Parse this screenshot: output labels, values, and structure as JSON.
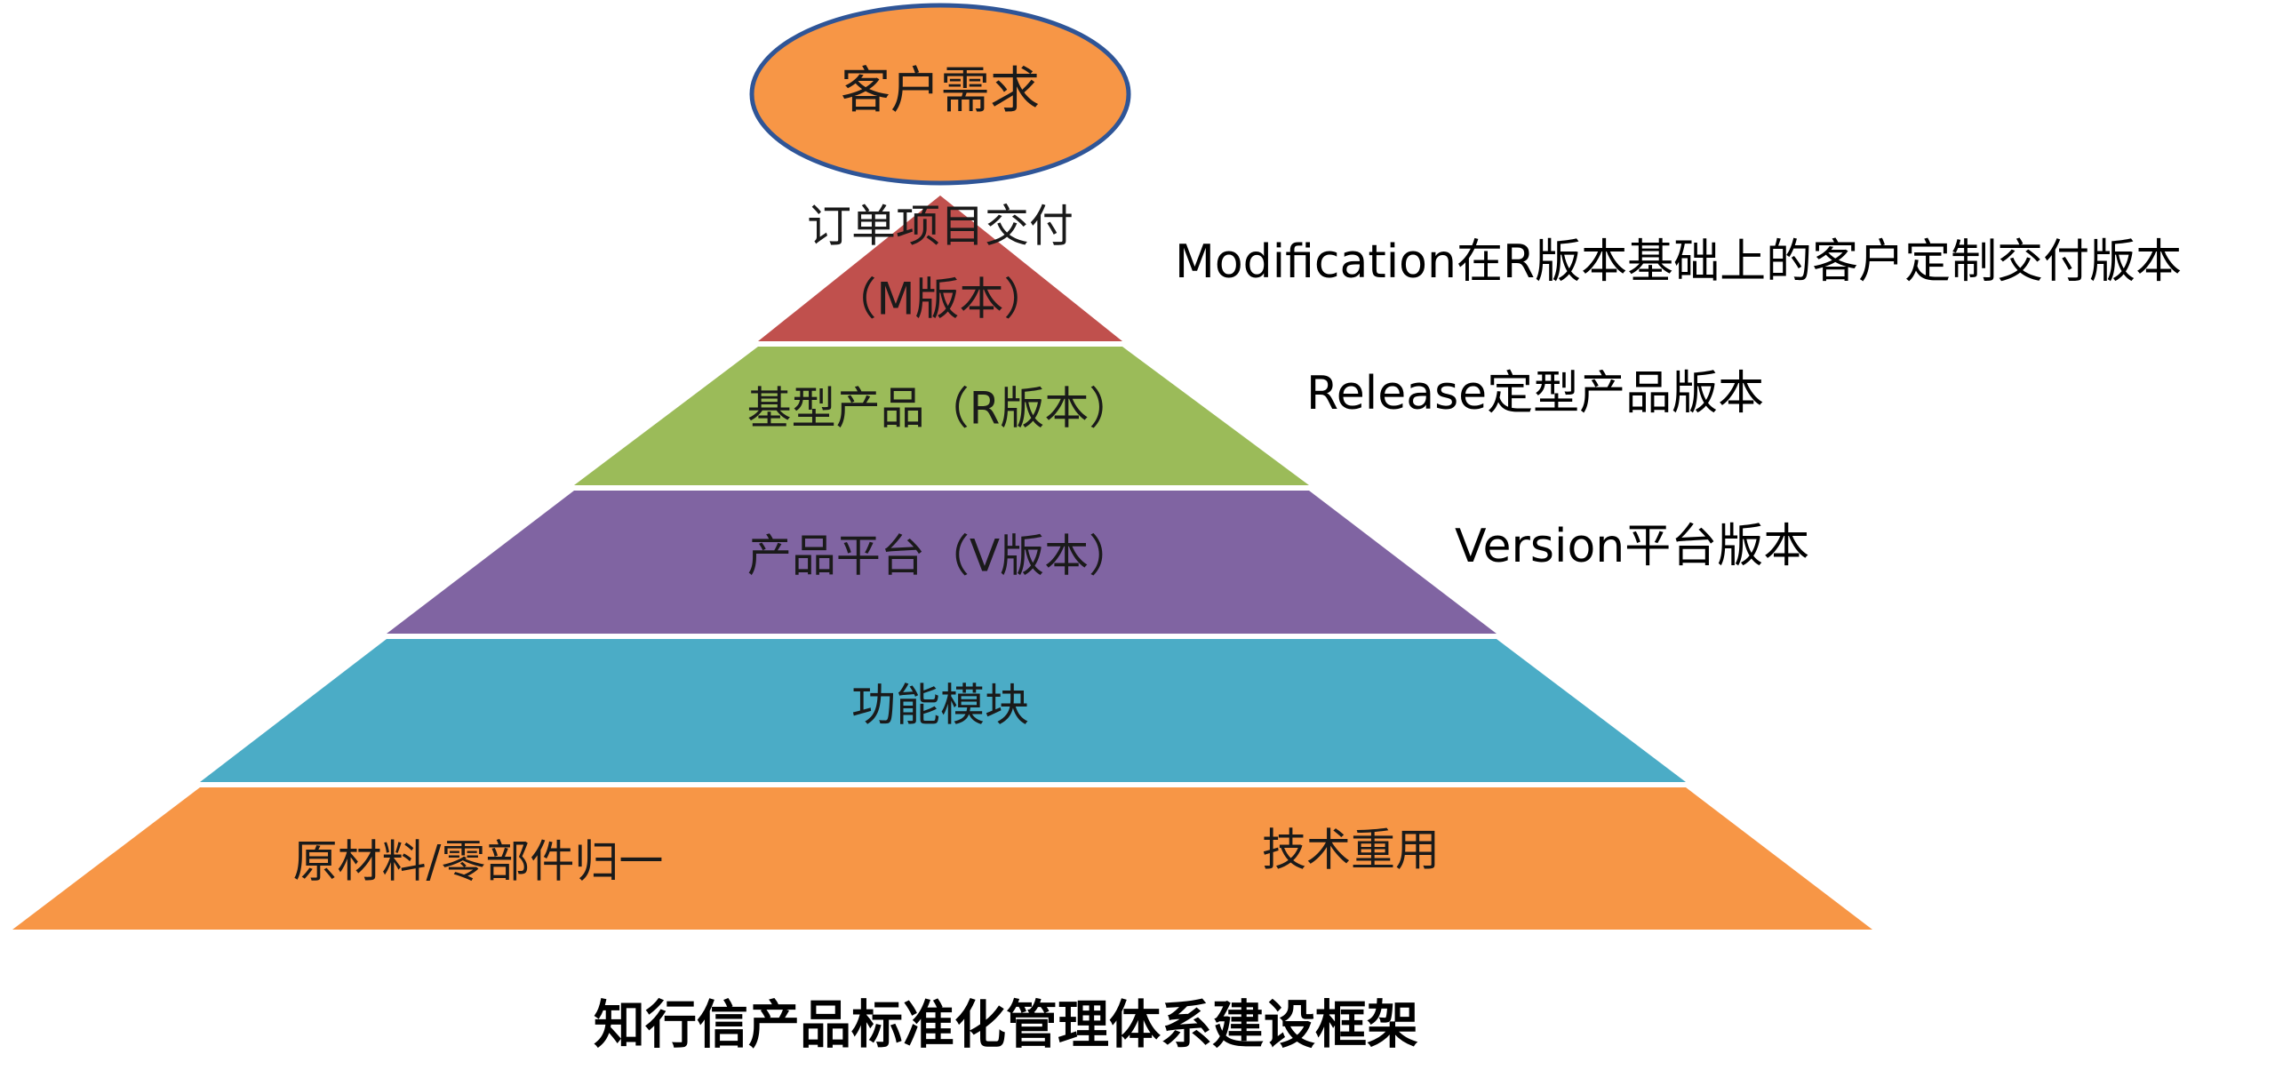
{
  "top_node": {
    "label": "客户需求",
    "fill": "#F79646",
    "stroke": "#2F5597"
  },
  "levels": [
    {
      "id": "m",
      "lines": [
        "订单项目交付",
        "（M版本）"
      ],
      "fill": "#C0504D",
      "side_label": "Modification在R版本基础上的客户定制交付版本"
    },
    {
      "id": "r",
      "lines": [
        "基型产品（R版本）"
      ],
      "fill": "#9BBB59",
      "side_label": "Release定型产品版本"
    },
    {
      "id": "v",
      "lines": [
        "产品平台（V版本）"
      ],
      "fill": "#8064A2",
      "side_label": "Version平台版本"
    },
    {
      "id": "module",
      "lines": [
        "功能模块"
      ],
      "fill": "#4BACC6"
    },
    {
      "id": "base",
      "left_label": "原材料/零部件归一",
      "right_label": "技术重用",
      "fill": "#F79646"
    }
  ],
  "title": "知行信产品标准化管理体系建设框架"
}
